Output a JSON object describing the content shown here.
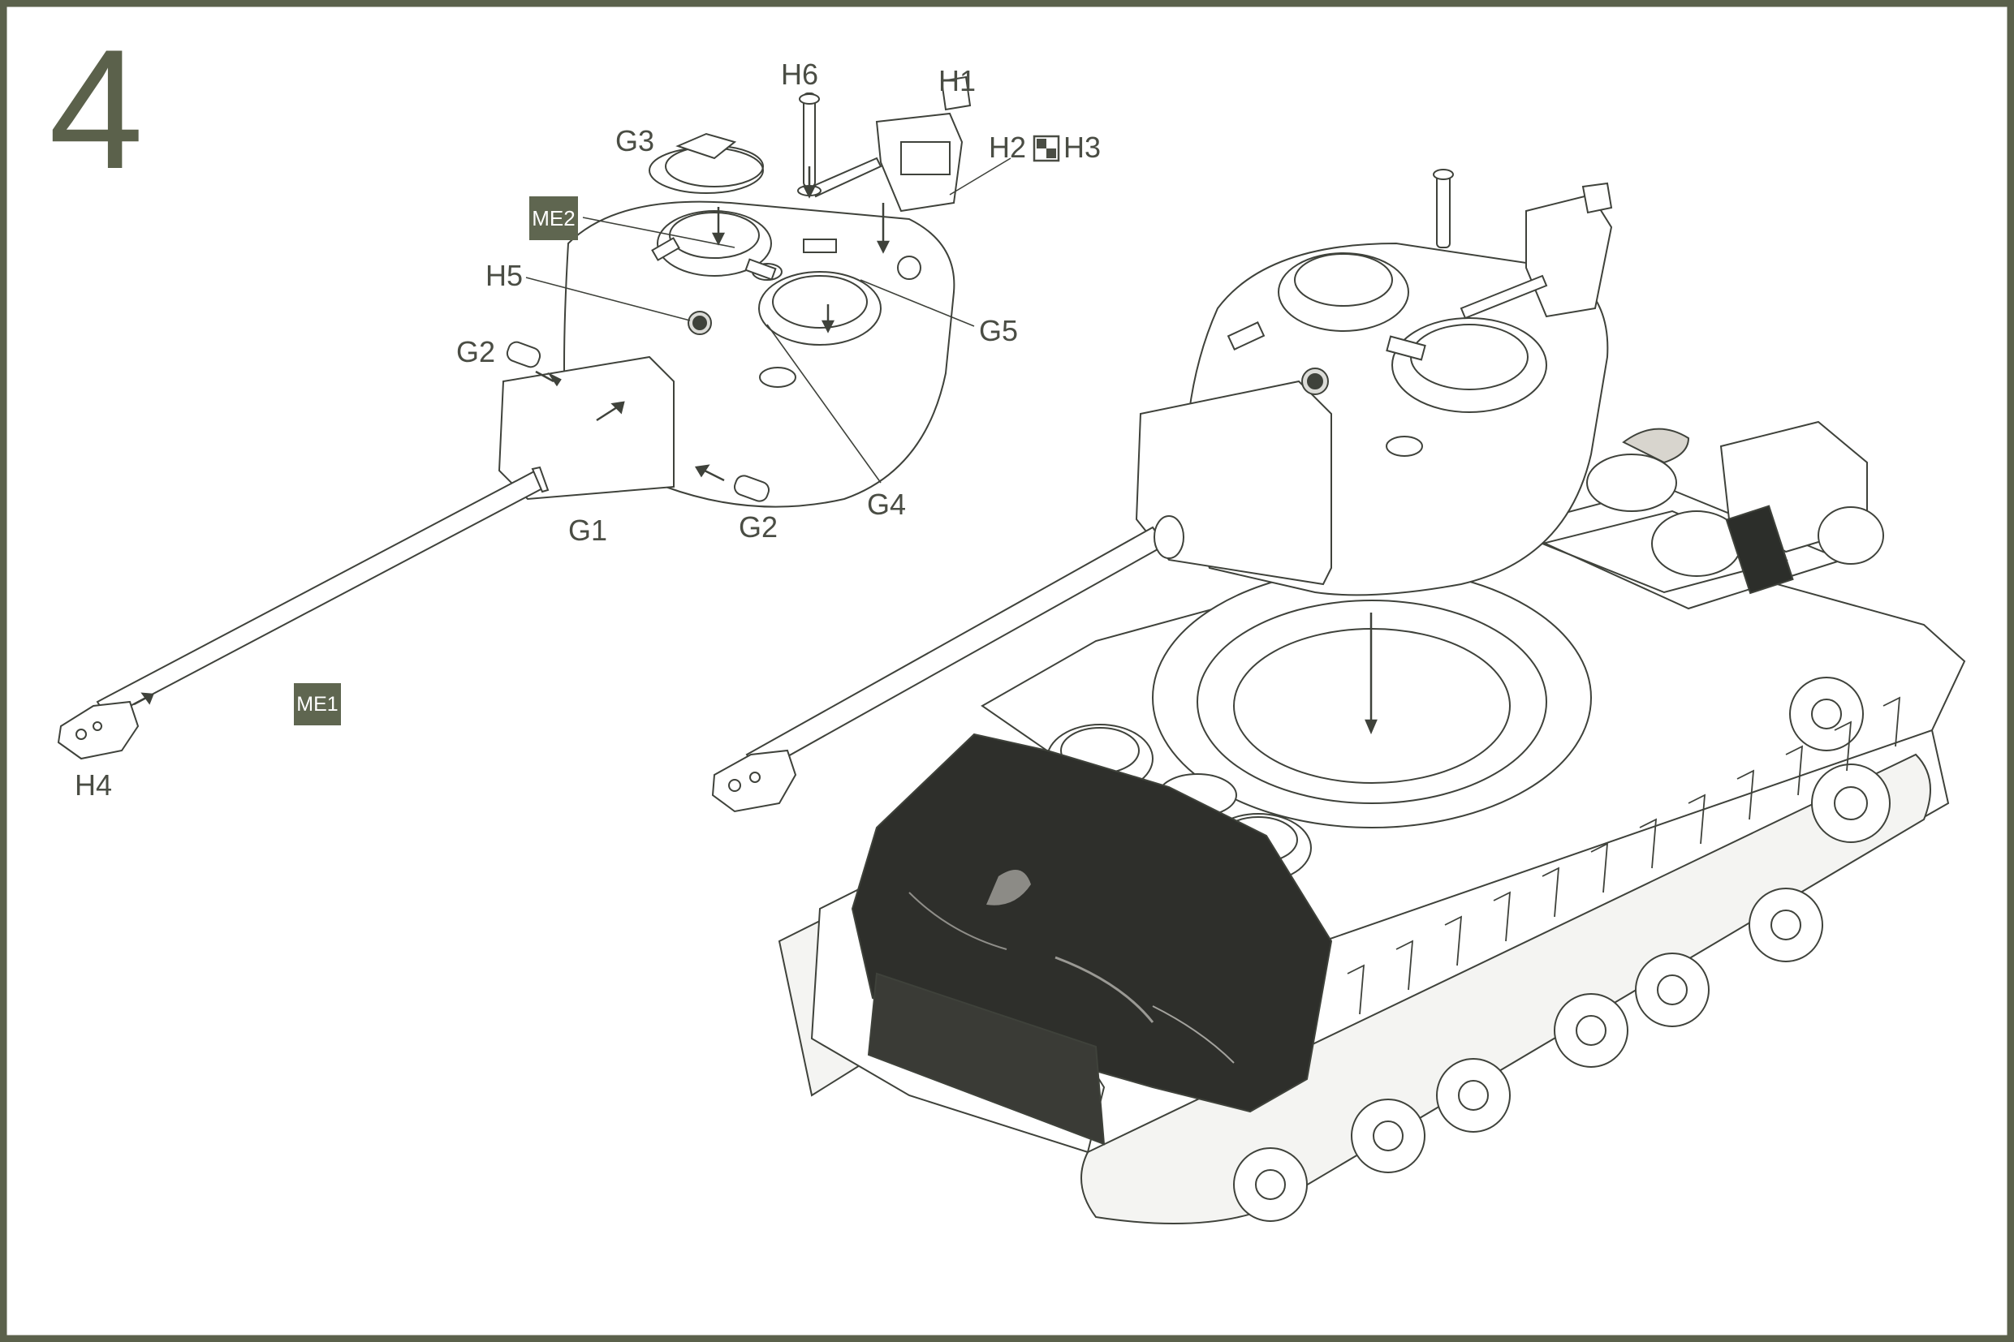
{
  "step": {
    "number": "4"
  },
  "labels": {
    "h6": "H6",
    "h1": "H1",
    "g3": "G3",
    "h2": "H2",
    "h3": "H3",
    "me2": "ME2",
    "h5": "H5",
    "g5": "G5",
    "g2_left": "G2",
    "g4": "G4",
    "g1": "G1",
    "g2_right": "G2",
    "me1": "ME1",
    "h4": "H4"
  },
  "colors": {
    "frame": "#5b614b",
    "badge": "#5f6650",
    "line": "#3f423b",
    "label": "#4a4d44"
  },
  "icons": {
    "alternative_parts_symbol": "checker-square-icon"
  }
}
